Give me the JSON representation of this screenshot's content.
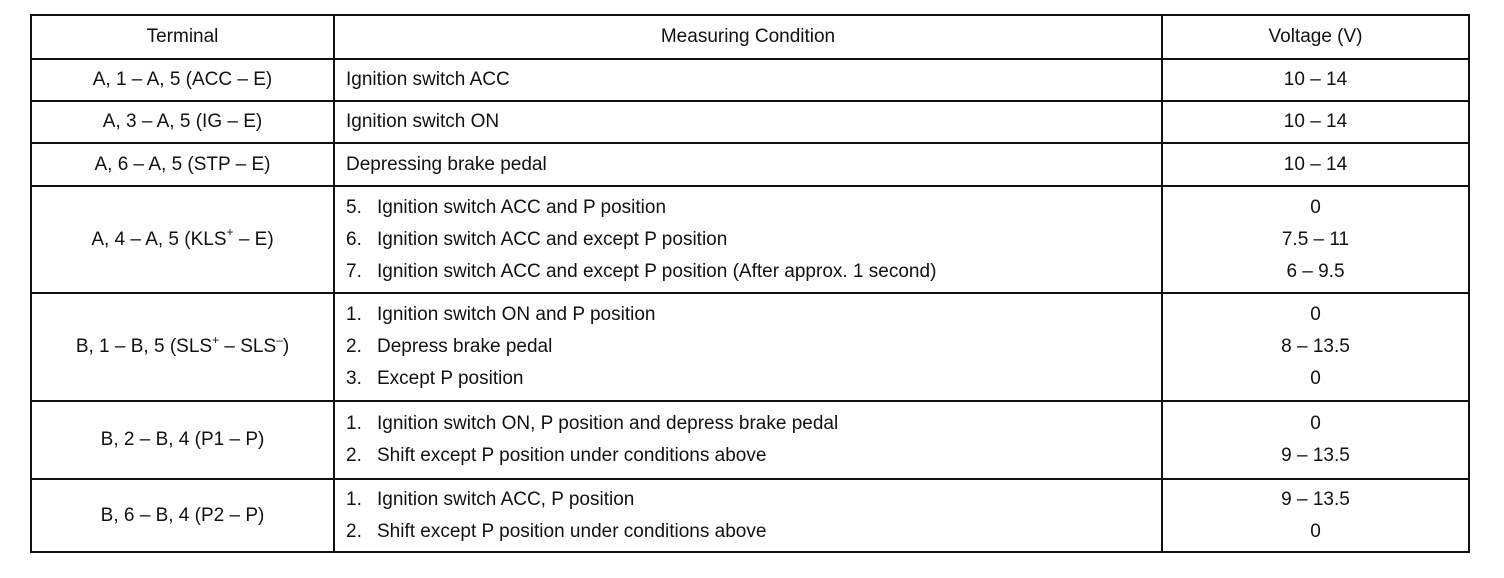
{
  "header": {
    "terminal": "Terminal",
    "condition": "Measuring Condition",
    "voltage": "Voltage (V)"
  },
  "rows": [
    {
      "terminal": "A, 1 – A, 5 (ACC – E)",
      "conditions": [
        {
          "num": "",
          "text": "Ignition switch ACC"
        }
      ],
      "voltages": [
        "10 – 14"
      ]
    },
    {
      "terminal": "A, 3 – A, 5 (IG – E)",
      "conditions": [
        {
          "num": "",
          "text": "Ignition switch ON"
        }
      ],
      "voltages": [
        "10 – 14"
      ]
    },
    {
      "terminal": "A, 6 – A, 5 (STP – E)",
      "conditions": [
        {
          "num": "",
          "text": "Depressing brake pedal"
        }
      ],
      "voltages": [
        "10 – 14"
      ]
    },
    {
      "terminal": "A, 4 – A, 5 (KLS+ – E)",
      "conditions": [
        {
          "num": "5.",
          "text": "Ignition switch ACC and P position"
        },
        {
          "num": "6.",
          "text": "Ignition switch ACC and except P position"
        },
        {
          "num": "7.",
          "text": "Ignition switch ACC and except P position (After approx. 1 second)"
        }
      ],
      "voltages": [
        "0",
        "7.5 – 11",
        "6 – 9.5"
      ]
    },
    {
      "terminal": "B, 1 – B, 5 (SLS+ – SLS–)",
      "conditions": [
        {
          "num": "1.",
          "text": "Ignition switch ON and P position"
        },
        {
          "num": "2.",
          "text": "Depress brake pedal"
        },
        {
          "num": "3.",
          "text": "Except P position"
        }
      ],
      "voltages": [
        "0",
        "8 – 13.5",
        "0"
      ]
    },
    {
      "terminal": "B, 2 – B, 4 (P1 – P)",
      "conditions": [
        {
          "num": "1.",
          "text": "Ignition switch ON, P position and depress brake pedal"
        },
        {
          "num": "2.",
          "text": "Shift except P position under conditions above"
        }
      ],
      "voltages": [
        "0",
        "9 – 13.5"
      ]
    },
    {
      "terminal": "B, 6 – B, 4 (P2 – P)",
      "conditions": [
        {
          "num": "1.",
          "text": "Ignition switch ACC, P position"
        },
        {
          "num": "2.",
          "text": "Shift except P position under conditions above"
        }
      ],
      "voltages": [
        "9 – 13.5",
        "0"
      ]
    }
  ]
}
